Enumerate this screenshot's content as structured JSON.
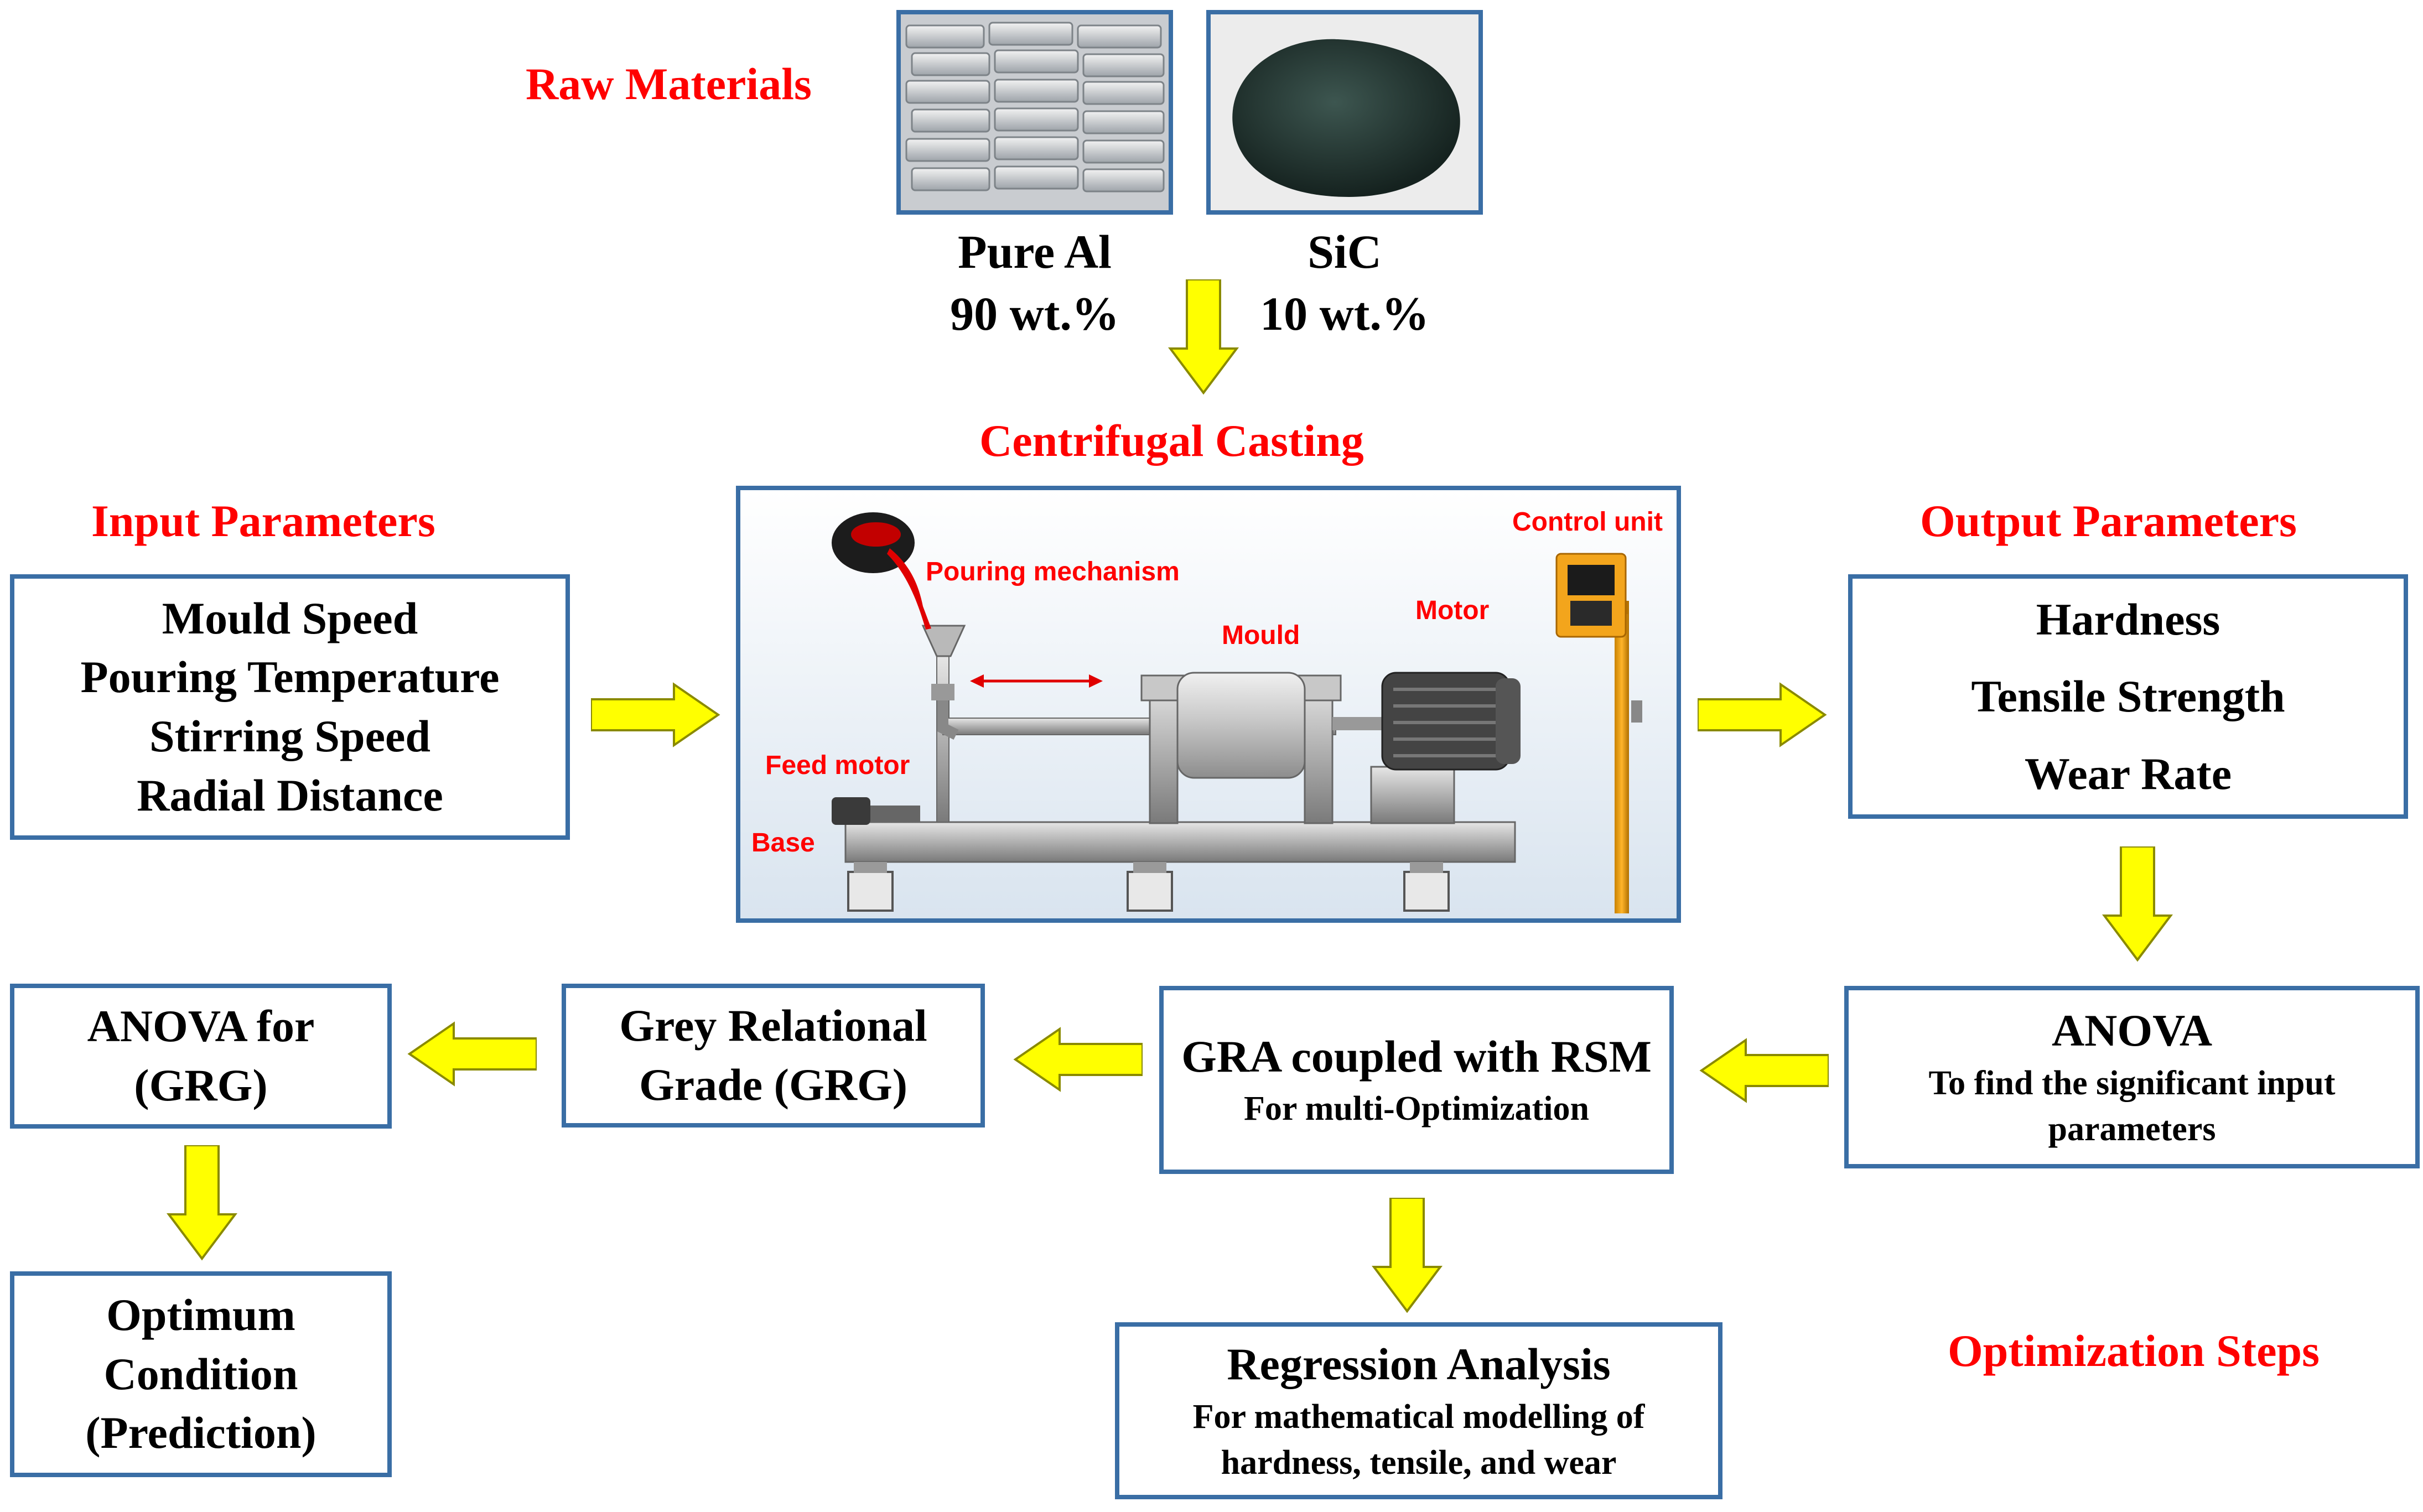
{
  "headings": {
    "raw_materials": "Raw Materials",
    "centrifugal_casting": "Centrifugal Casting",
    "input_parameters": "Input Parameters",
    "output_parameters": "Output Parameters",
    "optimization_steps": "Optimization Steps"
  },
  "materials": {
    "al": {
      "name": "Pure Al",
      "fraction": "90 wt.%"
    },
    "sic": {
      "name": "SiC",
      "fraction": "10 wt.%"
    }
  },
  "input_params": [
    "Mould Speed",
    "Pouring Temperature",
    "Stirring Speed",
    "Radial Distance"
  ],
  "output_params": [
    "Hardness",
    "Tensile Strength",
    "Wear Rate"
  ],
  "machine_labels": {
    "pouring": "Pouring mechanism",
    "control": "Control unit",
    "mould": "Mould",
    "motor": "Motor",
    "feed_motor": "Feed motor",
    "base": "Base"
  },
  "steps": {
    "anova": {
      "title": "ANOVA",
      "desc": "To find the significant input parameters"
    },
    "gra": {
      "title": "GRA coupled with RSM",
      "desc": "For multi-Optimization"
    },
    "grg": {
      "title": "Grey Relational Grade (GRG)"
    },
    "anova_grg": {
      "title": "ANOVA for (GRG)"
    },
    "optimum": {
      "title": "Optimum Condition (Prediction)"
    },
    "regression": {
      "title": "Regression Analysis",
      "desc": "For mathematical modelling of hardness, tensile, and wear"
    }
  },
  "colors": {
    "heading": "#ff0000",
    "box_border": "#3a6ea5",
    "arrow_fill": "#ffff00",
    "arrow_stroke": "#8a8a00"
  }
}
